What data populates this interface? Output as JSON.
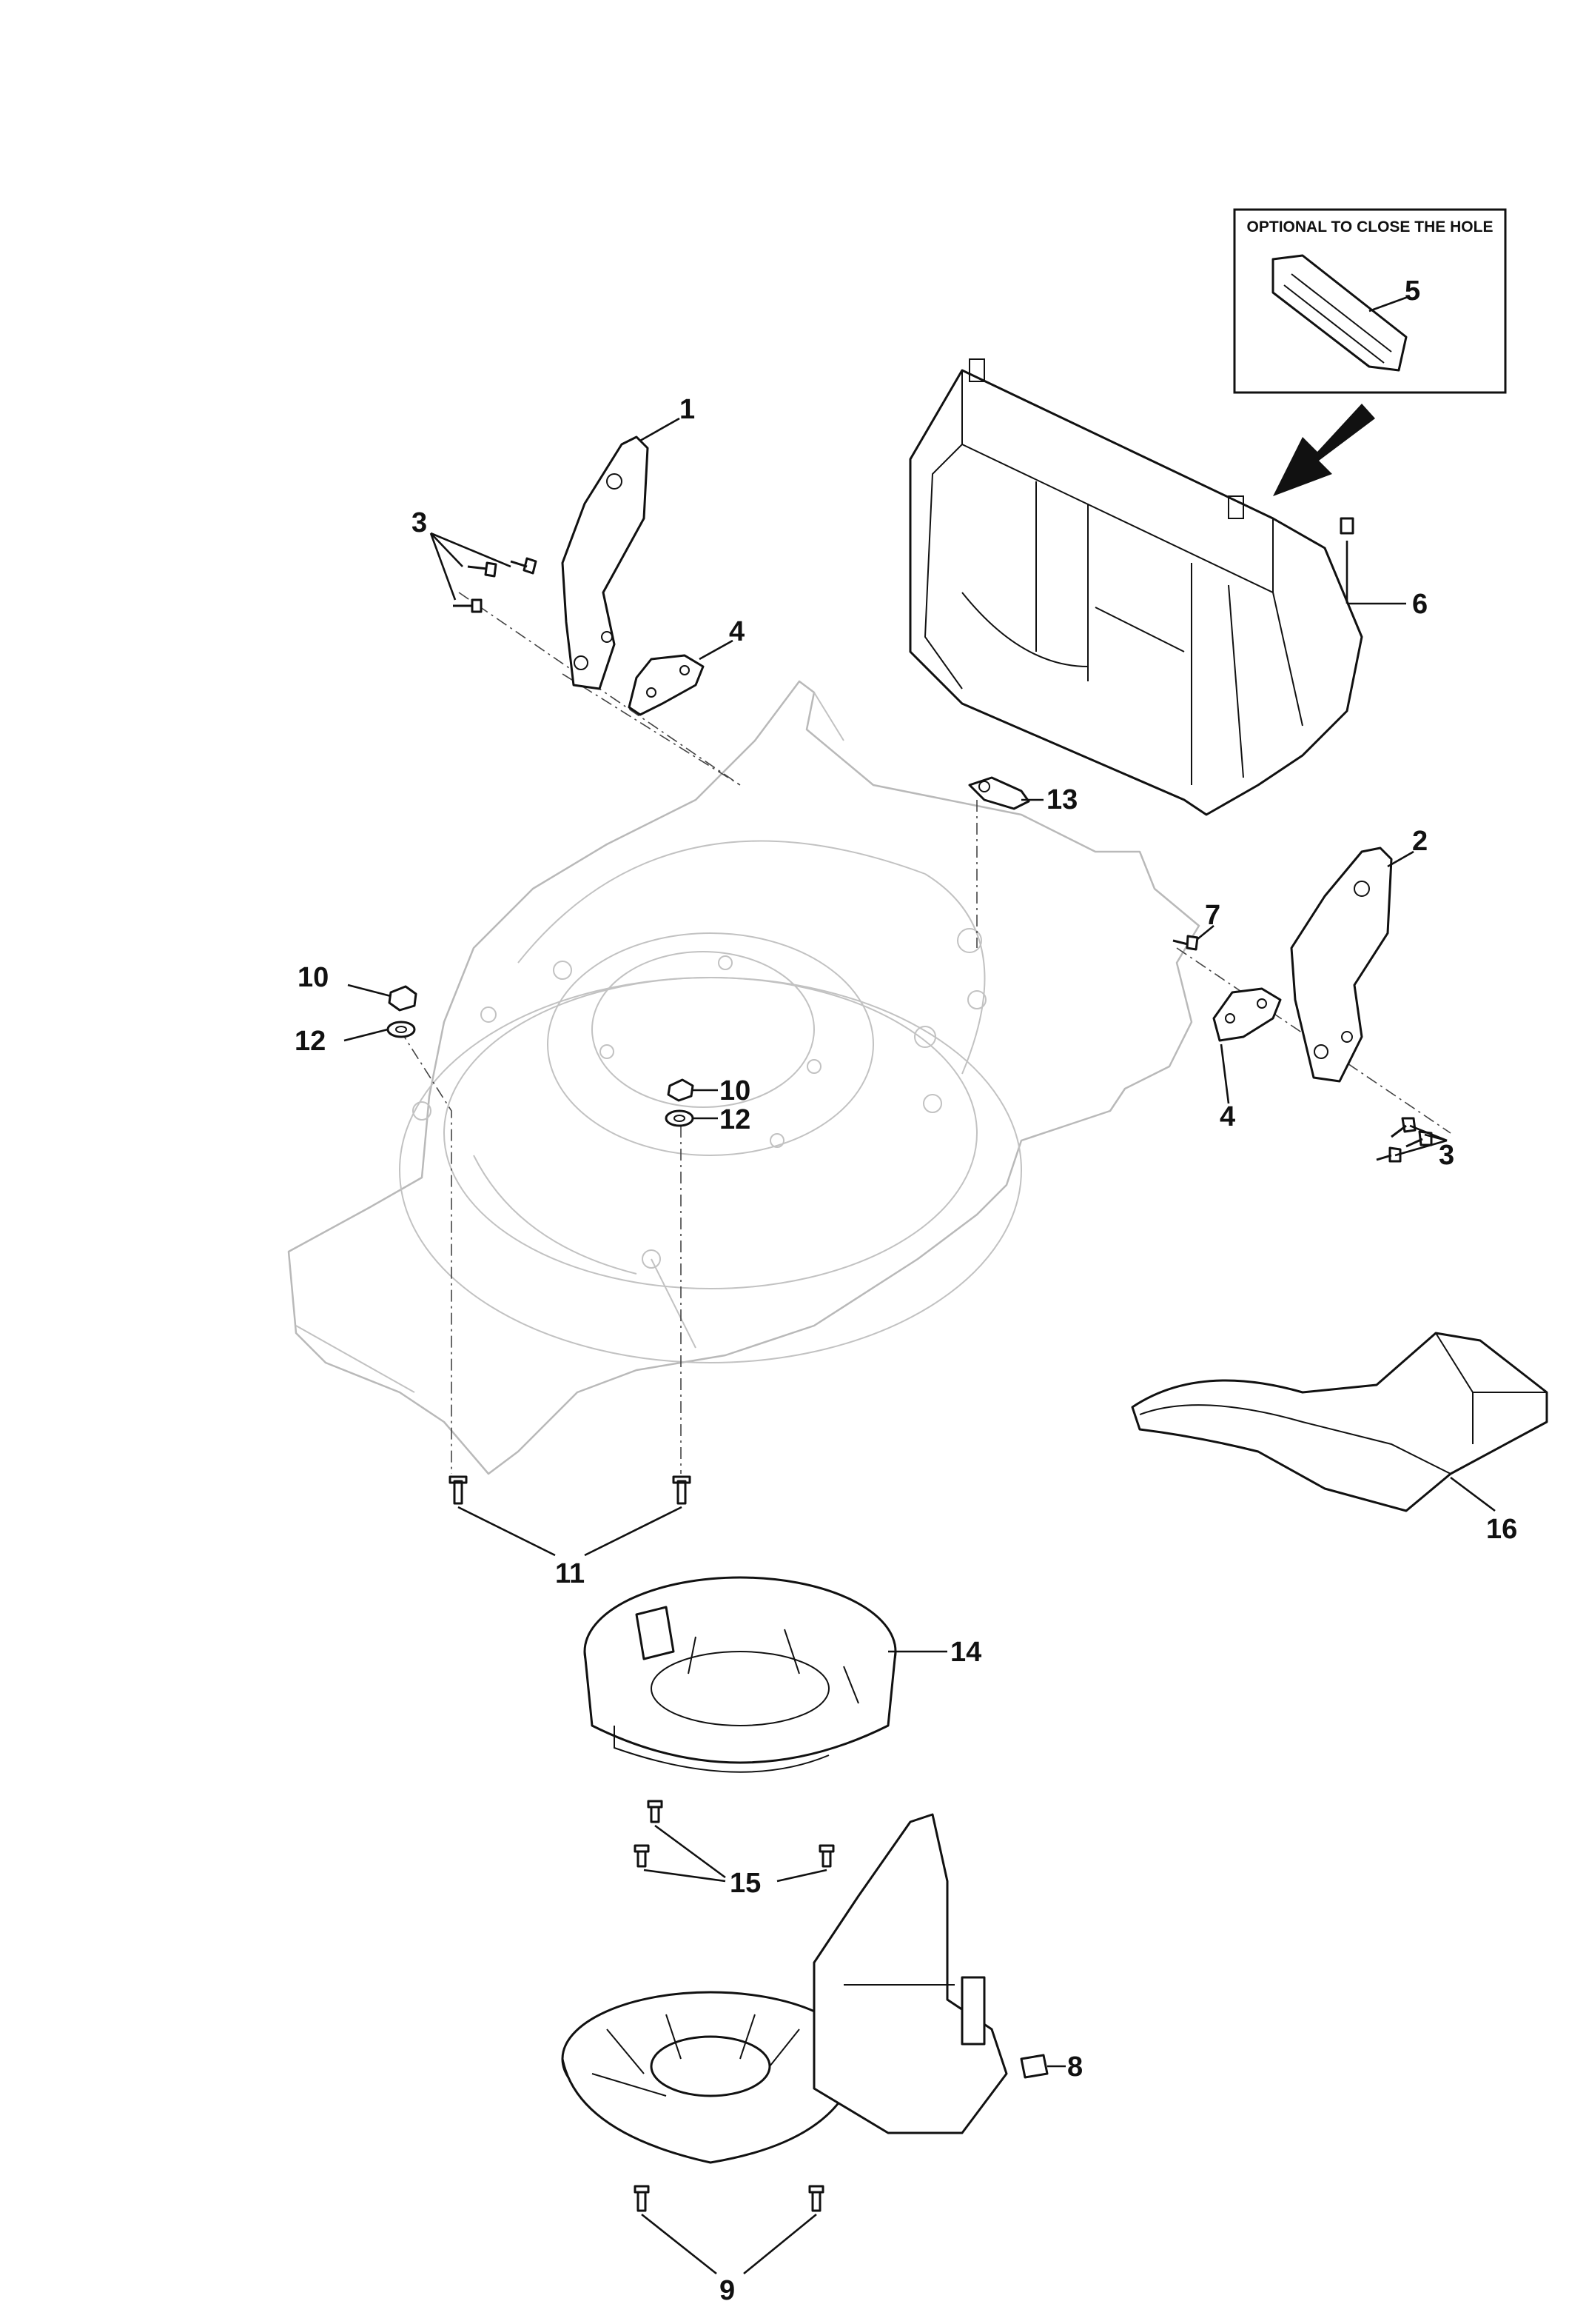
{
  "inset": {
    "title": "OPTIONAL TO CLOSE THE HOLE"
  },
  "callouts": {
    "c1": "1",
    "c2": "2",
    "c3a": "3",
    "c3b": "3",
    "c4a": "4",
    "c4b": "4",
    "c5": "5",
    "c6": "6",
    "c7": "7",
    "c8": "8",
    "c9": "9",
    "c10a": "10",
    "c10b": "10",
    "c11": "11",
    "c12a": "12",
    "c12b": "12",
    "c13": "13",
    "c14": "14",
    "c15": "15",
    "c16": "16"
  }
}
